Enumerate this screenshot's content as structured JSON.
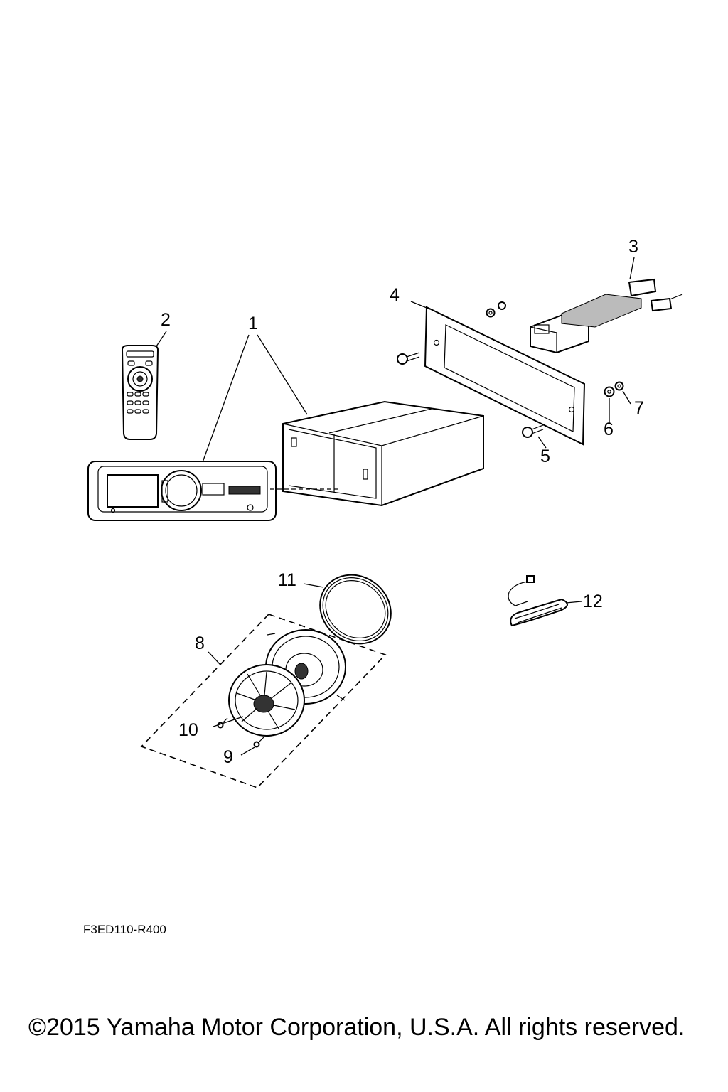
{
  "diagram": {
    "callouts": {
      "c1": "1",
      "c2": "2",
      "c3": "3",
      "c4": "4",
      "c5": "5",
      "c6": "6",
      "c7": "7",
      "c8": "8",
      "c9": "9",
      "c10": "10",
      "c11": "11",
      "c12": "12"
    },
    "drawing_code": "F3ED110-R400",
    "copyright": "©2015 Yamaha Motor Corporation, U.S.A. All rights reserved."
  }
}
